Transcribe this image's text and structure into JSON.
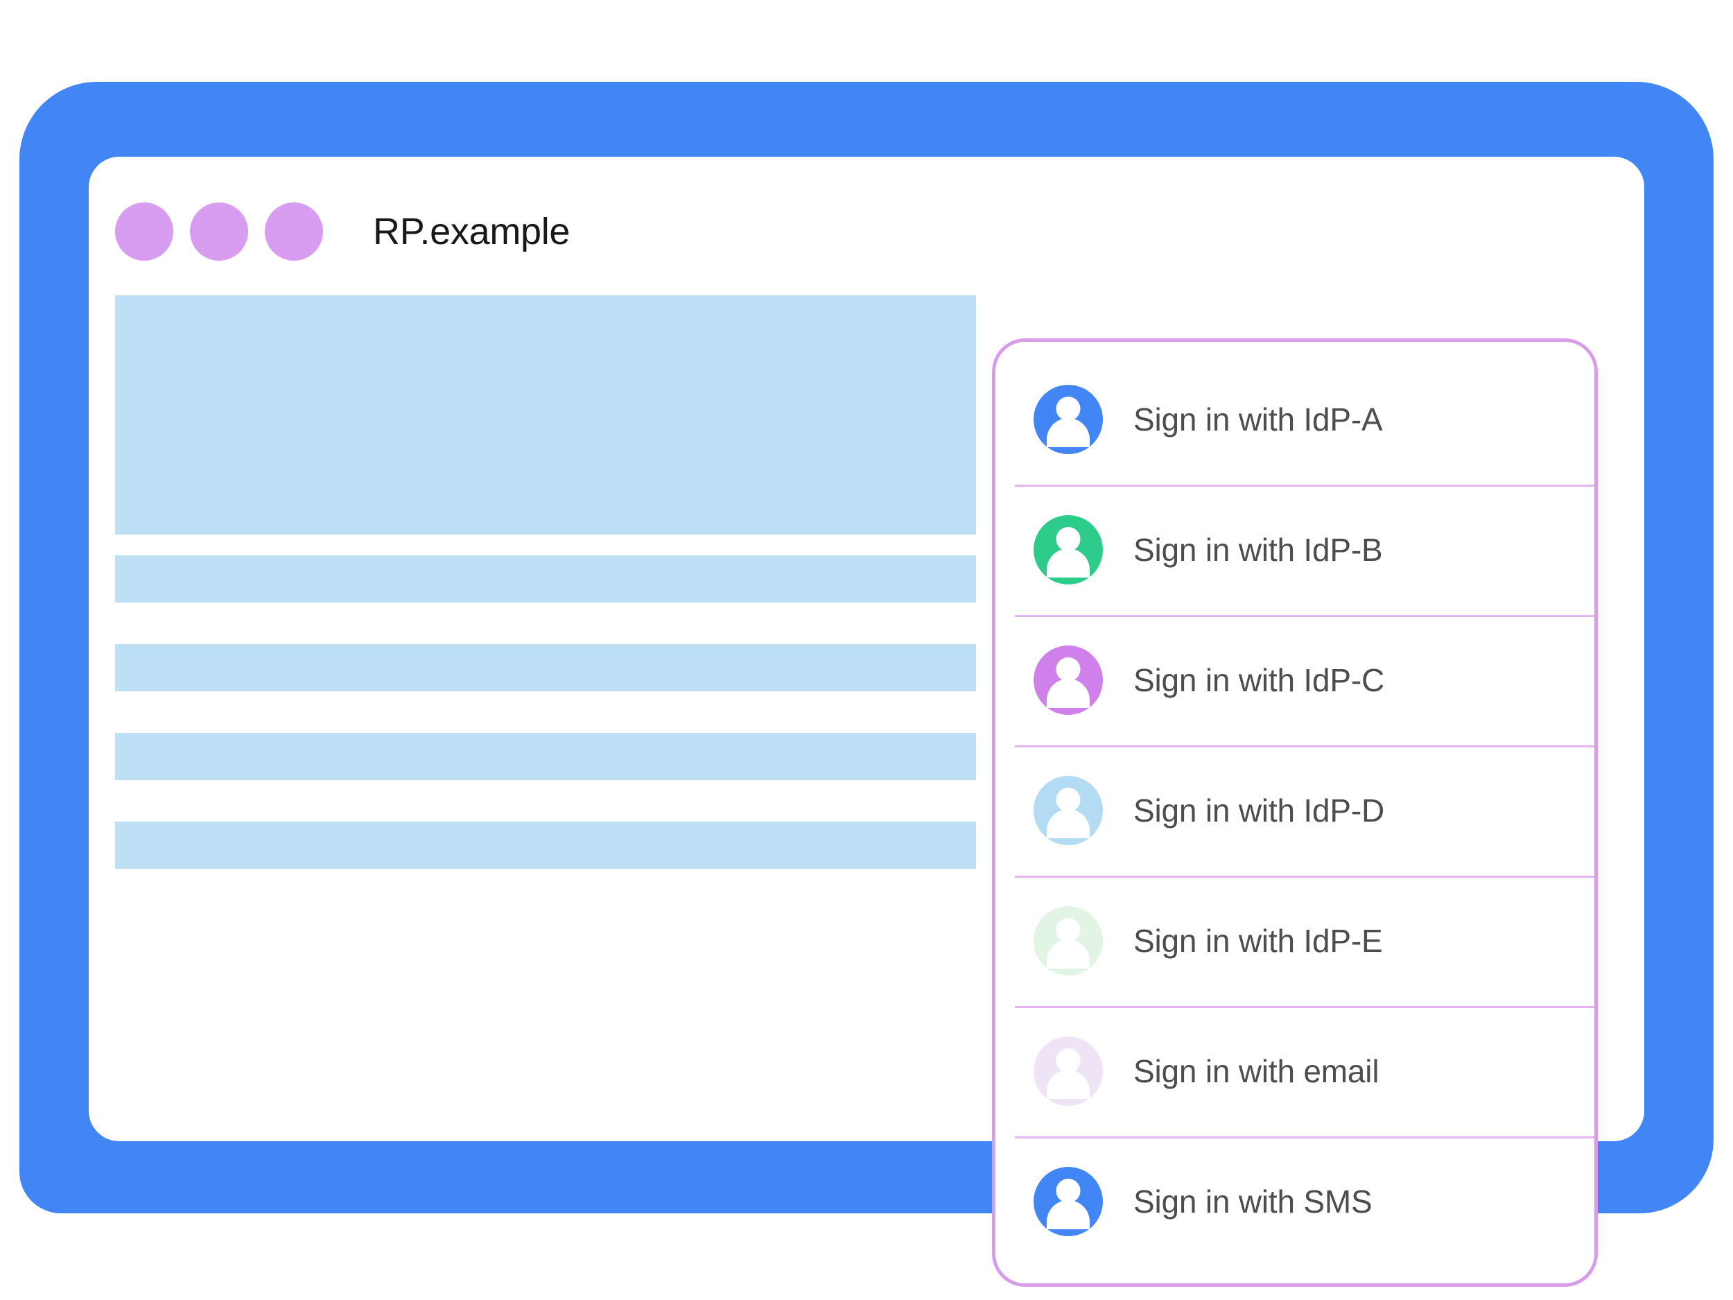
{
  "window": {
    "title": "RP.example",
    "dots": [
      {
        "name": "window-dot-1",
        "color": "#d89cf0"
      },
      {
        "name": "window-dot-2",
        "color": "#d89cf0"
      },
      {
        "name": "window-dot-3",
        "color": "#d89cf0"
      }
    ]
  },
  "theme": {
    "frame_blue": "#4285f4",
    "placeholder_blue": "#bde0f7",
    "panel_border": "#d99ce8",
    "divider": "#e3b6ef",
    "label_text": "#4d4d4d",
    "title_text": "#17181a"
  },
  "content_blocks": [
    {
      "name": "content-block-hero",
      "kind": "hero"
    },
    {
      "name": "content-block-bar-1",
      "kind": "bar"
    },
    {
      "name": "content-block-bar-2",
      "kind": "bar"
    },
    {
      "name": "content-block-bar-3",
      "kind": "bar"
    },
    {
      "name": "content-block-bar-4",
      "kind": "bar"
    }
  ],
  "signin_panel": {
    "items": [
      {
        "label": "Sign in with IdP-A",
        "avatar_icon": "person-avatar-icon",
        "avatar_color": "#4285f4",
        "avatar_opacity": 1
      },
      {
        "label": "Sign in with IdP-B",
        "avatar_icon": "person-avatar-icon",
        "avatar_color": "#2ecc8a",
        "avatar_opacity": 1
      },
      {
        "label": "Sign in with IdP-C",
        "avatar_icon": "person-avatar-icon",
        "avatar_color": "#cf80ea",
        "avatar_opacity": 1
      },
      {
        "label": "Sign in with IdP-D",
        "avatar_icon": "person-avatar-icon",
        "avatar_color": "#b3dcf4",
        "avatar_opacity": 1
      },
      {
        "label": "Sign in with IdP-E",
        "avatar_icon": "person-avatar-icon",
        "avatar_color": "#e2f4e4",
        "avatar_opacity": 1
      },
      {
        "label": "Sign in with email",
        "avatar_icon": "person-avatar-icon",
        "avatar_color": "#efe4f6",
        "avatar_opacity": 1
      },
      {
        "label": "Sign in with SMS",
        "avatar_icon": "person-avatar-icon",
        "avatar_color": "#4285f4",
        "avatar_opacity": 1
      }
    ]
  }
}
